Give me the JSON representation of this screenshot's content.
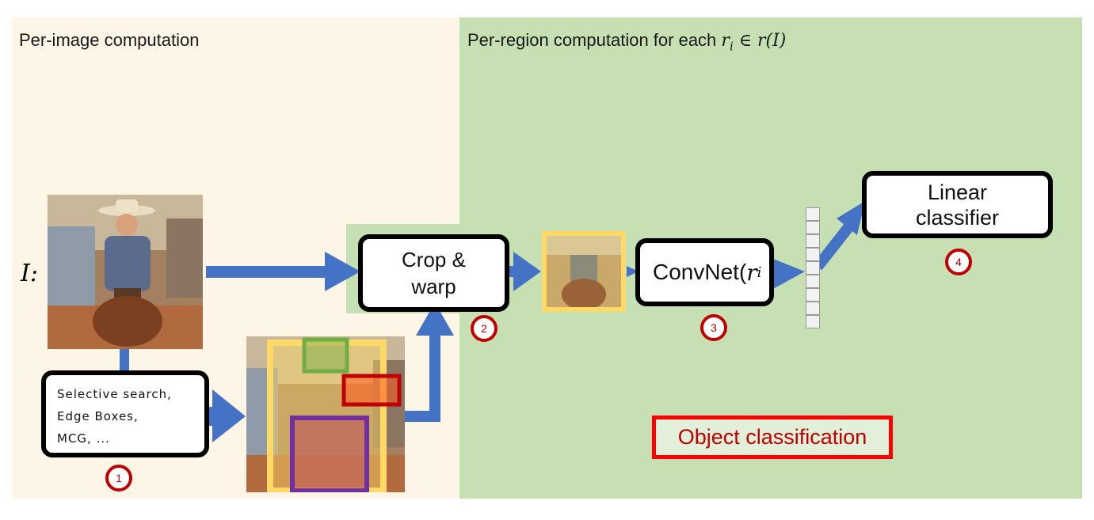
{
  "panels": {
    "left_title": "Per-image computation",
    "right_title_text": "Per-region computation for each ",
    "right_title_math": "r",
    "right_title_sub": "i",
    "right_title_rest": " ∈ r(I)"
  },
  "input_label": "I:",
  "proposal_box": {
    "line1": "Selective search,",
    "line2": "Edge Boxes,",
    "line3": "MCG, ..."
  },
  "crop_box": {
    "line1": "Crop &",
    "line2": "warp"
  },
  "convnet_box": {
    "text": "ConvNet(",
    "math": "r",
    "sub": "i"
  },
  "classifier_box": {
    "line1": "Linear",
    "line2": "classifier"
  },
  "steps": {
    "s1": "1",
    "s2": "2",
    "s3": "3",
    "s4": "4"
  },
  "object_label": "Object classification",
  "colors": {
    "left_panel": "#fdf5e6",
    "right_panel": "#c6e0b4",
    "arrow": "#4472c4",
    "step_ring": "#c00000",
    "object_border": "#ff0000",
    "region_yellow": "#ffd966",
    "region_green": "#70ad47",
    "region_red": "#c00000",
    "region_purple": "#7030a0"
  }
}
